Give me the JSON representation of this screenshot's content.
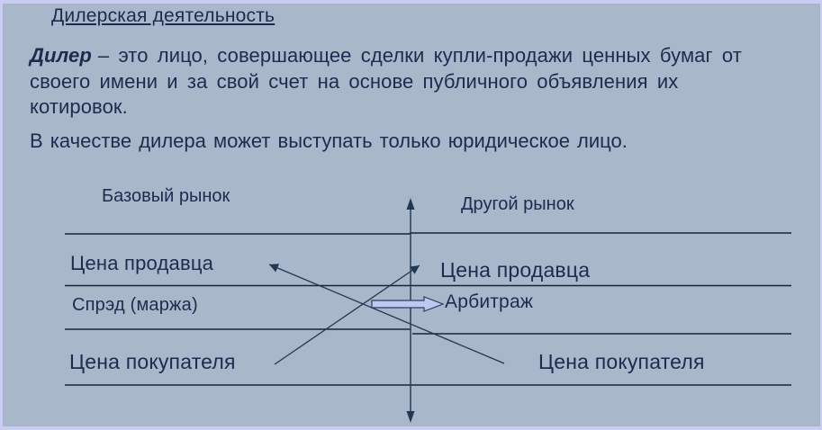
{
  "slide": {
    "title": "Дилерская деятельность",
    "definition": {
      "term": "Дилер",
      "line1_rest": "– это лицо, совершающее сделки купли-продажи ценных бумаг от",
      "line2": "своего имени и за свой счет на основе публичного объявления их",
      "line3": "котировок."
    },
    "note": "В качестве дилера может выступать только юридическое лицо."
  },
  "diagram": {
    "base_market": {
      "header": "Базовый рынок",
      "seller_price": "Цена продавца",
      "spread": "Спрэд (маржа)",
      "buyer_price": "Цена покупателя"
    },
    "other_market": {
      "header": "Другой рынок",
      "seller_price": "Цена продавца",
      "arbitrage": "Арбитраж",
      "buyer_price": "Цена покупателя"
    }
  },
  "colors": {
    "slide_background": "#a9b7ca",
    "frame": "#c9cdf1",
    "text": "#1c2b4e",
    "rule_line": "#15233d",
    "arrow_line": "#223750",
    "block_arrow_fill": "#bdc9ef",
    "block_arrow_outline": "#2a3f63"
  }
}
